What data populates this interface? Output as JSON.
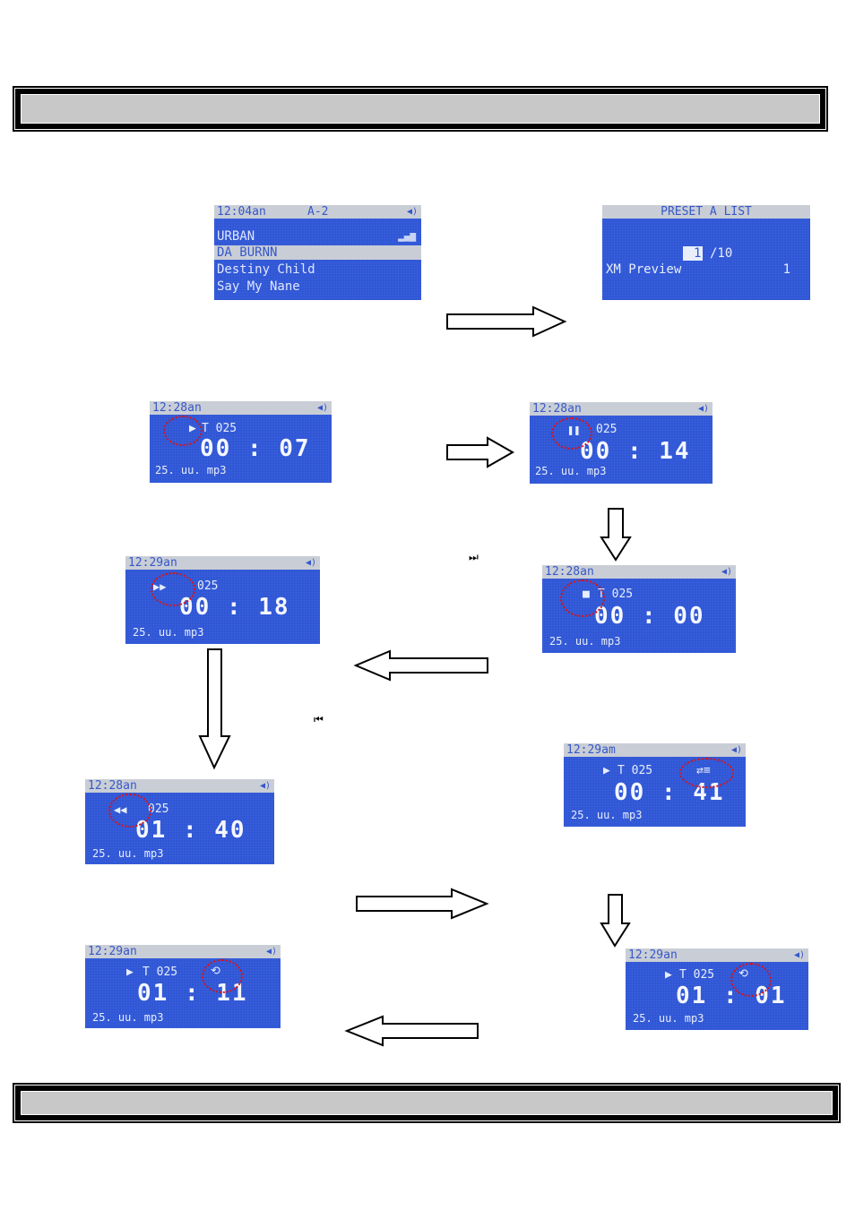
{
  "screens": {
    "a": {
      "clock": "12:04an",
      "title": "A-2",
      "lines": [
        "URBAN",
        "DA BURNN",
        "Destiny Child",
        "Say My Nane"
      ]
    },
    "b": {
      "title": "PRESET A LIST",
      "index": "1",
      "total": "/10",
      "channel": "XM Preview",
      "num": "1"
    },
    "c": {
      "clock": "12:28an",
      "status": "▶",
      "track": "T 025",
      "time": "00 : 07",
      "file": "25. uu. mp3"
    },
    "d": {
      "clock": "12:28an",
      "status": "❚❚",
      "track": "025",
      "time": "00 : 14",
      "file": "25. uu. mp3"
    },
    "e": {
      "clock": "12:28an",
      "status": "■",
      "track": "T 025",
      "time": "00 : 00",
      "file": "25. uu. mp3"
    },
    "f": {
      "clock": "12:29an",
      "status": "▶▶",
      "track": "025",
      "time": "00 : 18",
      "file": "25. uu. mp3"
    },
    "g": {
      "clock": "12:28an",
      "status": "◀◀",
      "track": "025",
      "time": "01 : 40",
      "file": "25. uu. mp3"
    },
    "h": {
      "clock": "12:29am",
      "status": "▶",
      "track": "T 025",
      "time": "00 : 41",
      "file": "25. uu. mp3",
      "mode": "⇄≡"
    },
    "i": {
      "clock": "12:29an",
      "status": "▶",
      "track": "T 025",
      "time": "01 : 01",
      "file": "25. uu. mp3",
      "mode": "⟲"
    },
    "j": {
      "clock": "12:29an",
      "status": "▶",
      "track": "T 025",
      "time": "01 : 11",
      "file": "25. uu. mp3",
      "mode": "⟲"
    }
  },
  "glyphs": {
    "next": "⏭",
    "prev": "⏮"
  },
  "icons": {
    "speaker": "speaker-icon",
    "signal": "signal-icon"
  },
  "colors": {
    "screen": "#2f56d6",
    "status_bar": "#c9ced6",
    "ring": "#e01010"
  }
}
